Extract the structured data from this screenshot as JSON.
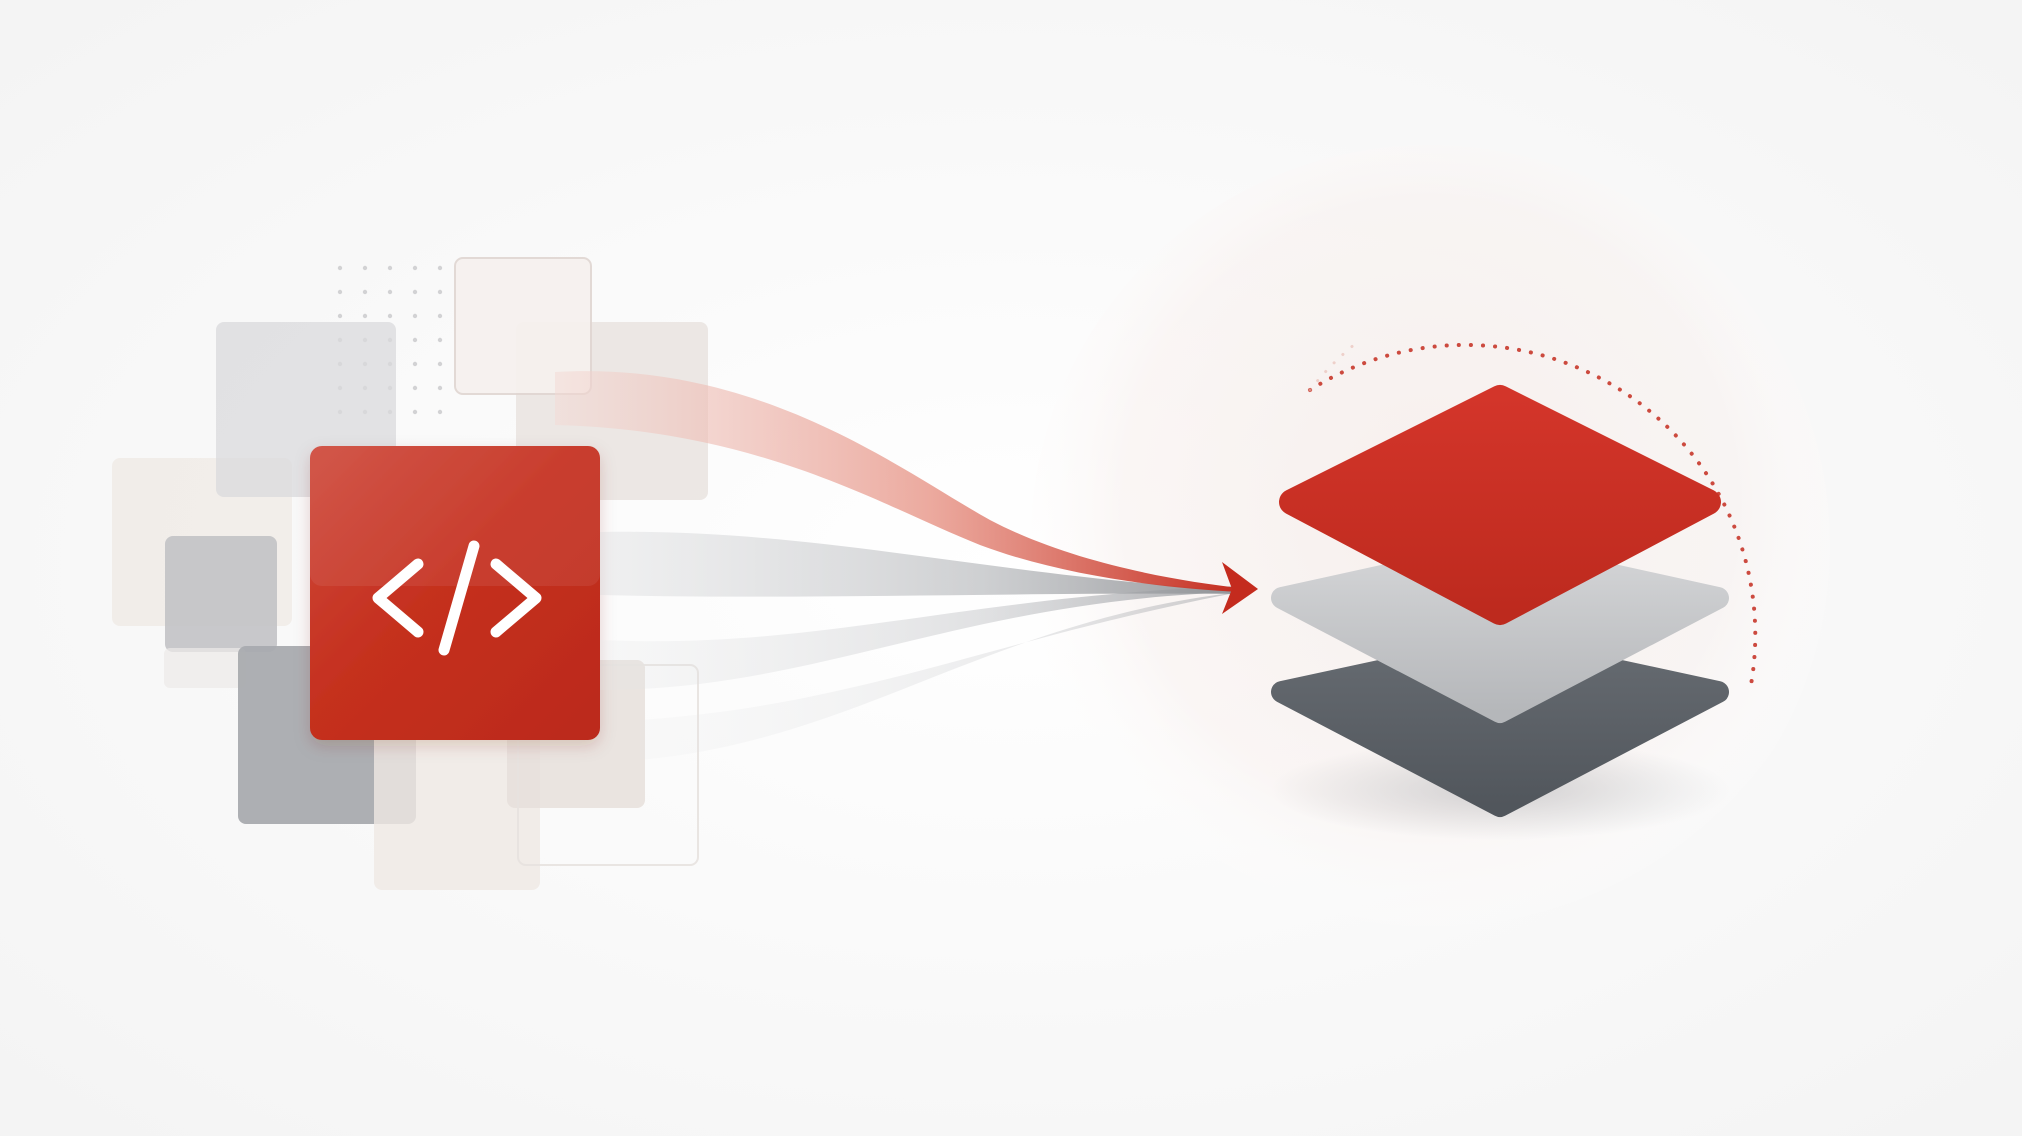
{
  "colors": {
    "background": "#fafafa",
    "accent_red": "#c42b1e",
    "accent_red_light": "#e05a4a",
    "gray_light": "#c9cacc",
    "gray_mid": "#a7a9ad",
    "gray_dark": "#5b6066",
    "beige": "#efe9e4",
    "halo": "#f4ece9"
  },
  "source": {
    "icon": "code-brackets-icon",
    "glyph": "</>"
  },
  "target": {
    "icon": "layer-stack-icon",
    "layers": [
      "top-layer-red",
      "middle-layer-gray",
      "bottom-layer-dark"
    ]
  },
  "connector": {
    "icon": "arrow-right-icon",
    "streams": [
      "red-stream",
      "gray-stream-upper",
      "gray-stream-lower"
    ]
  }
}
